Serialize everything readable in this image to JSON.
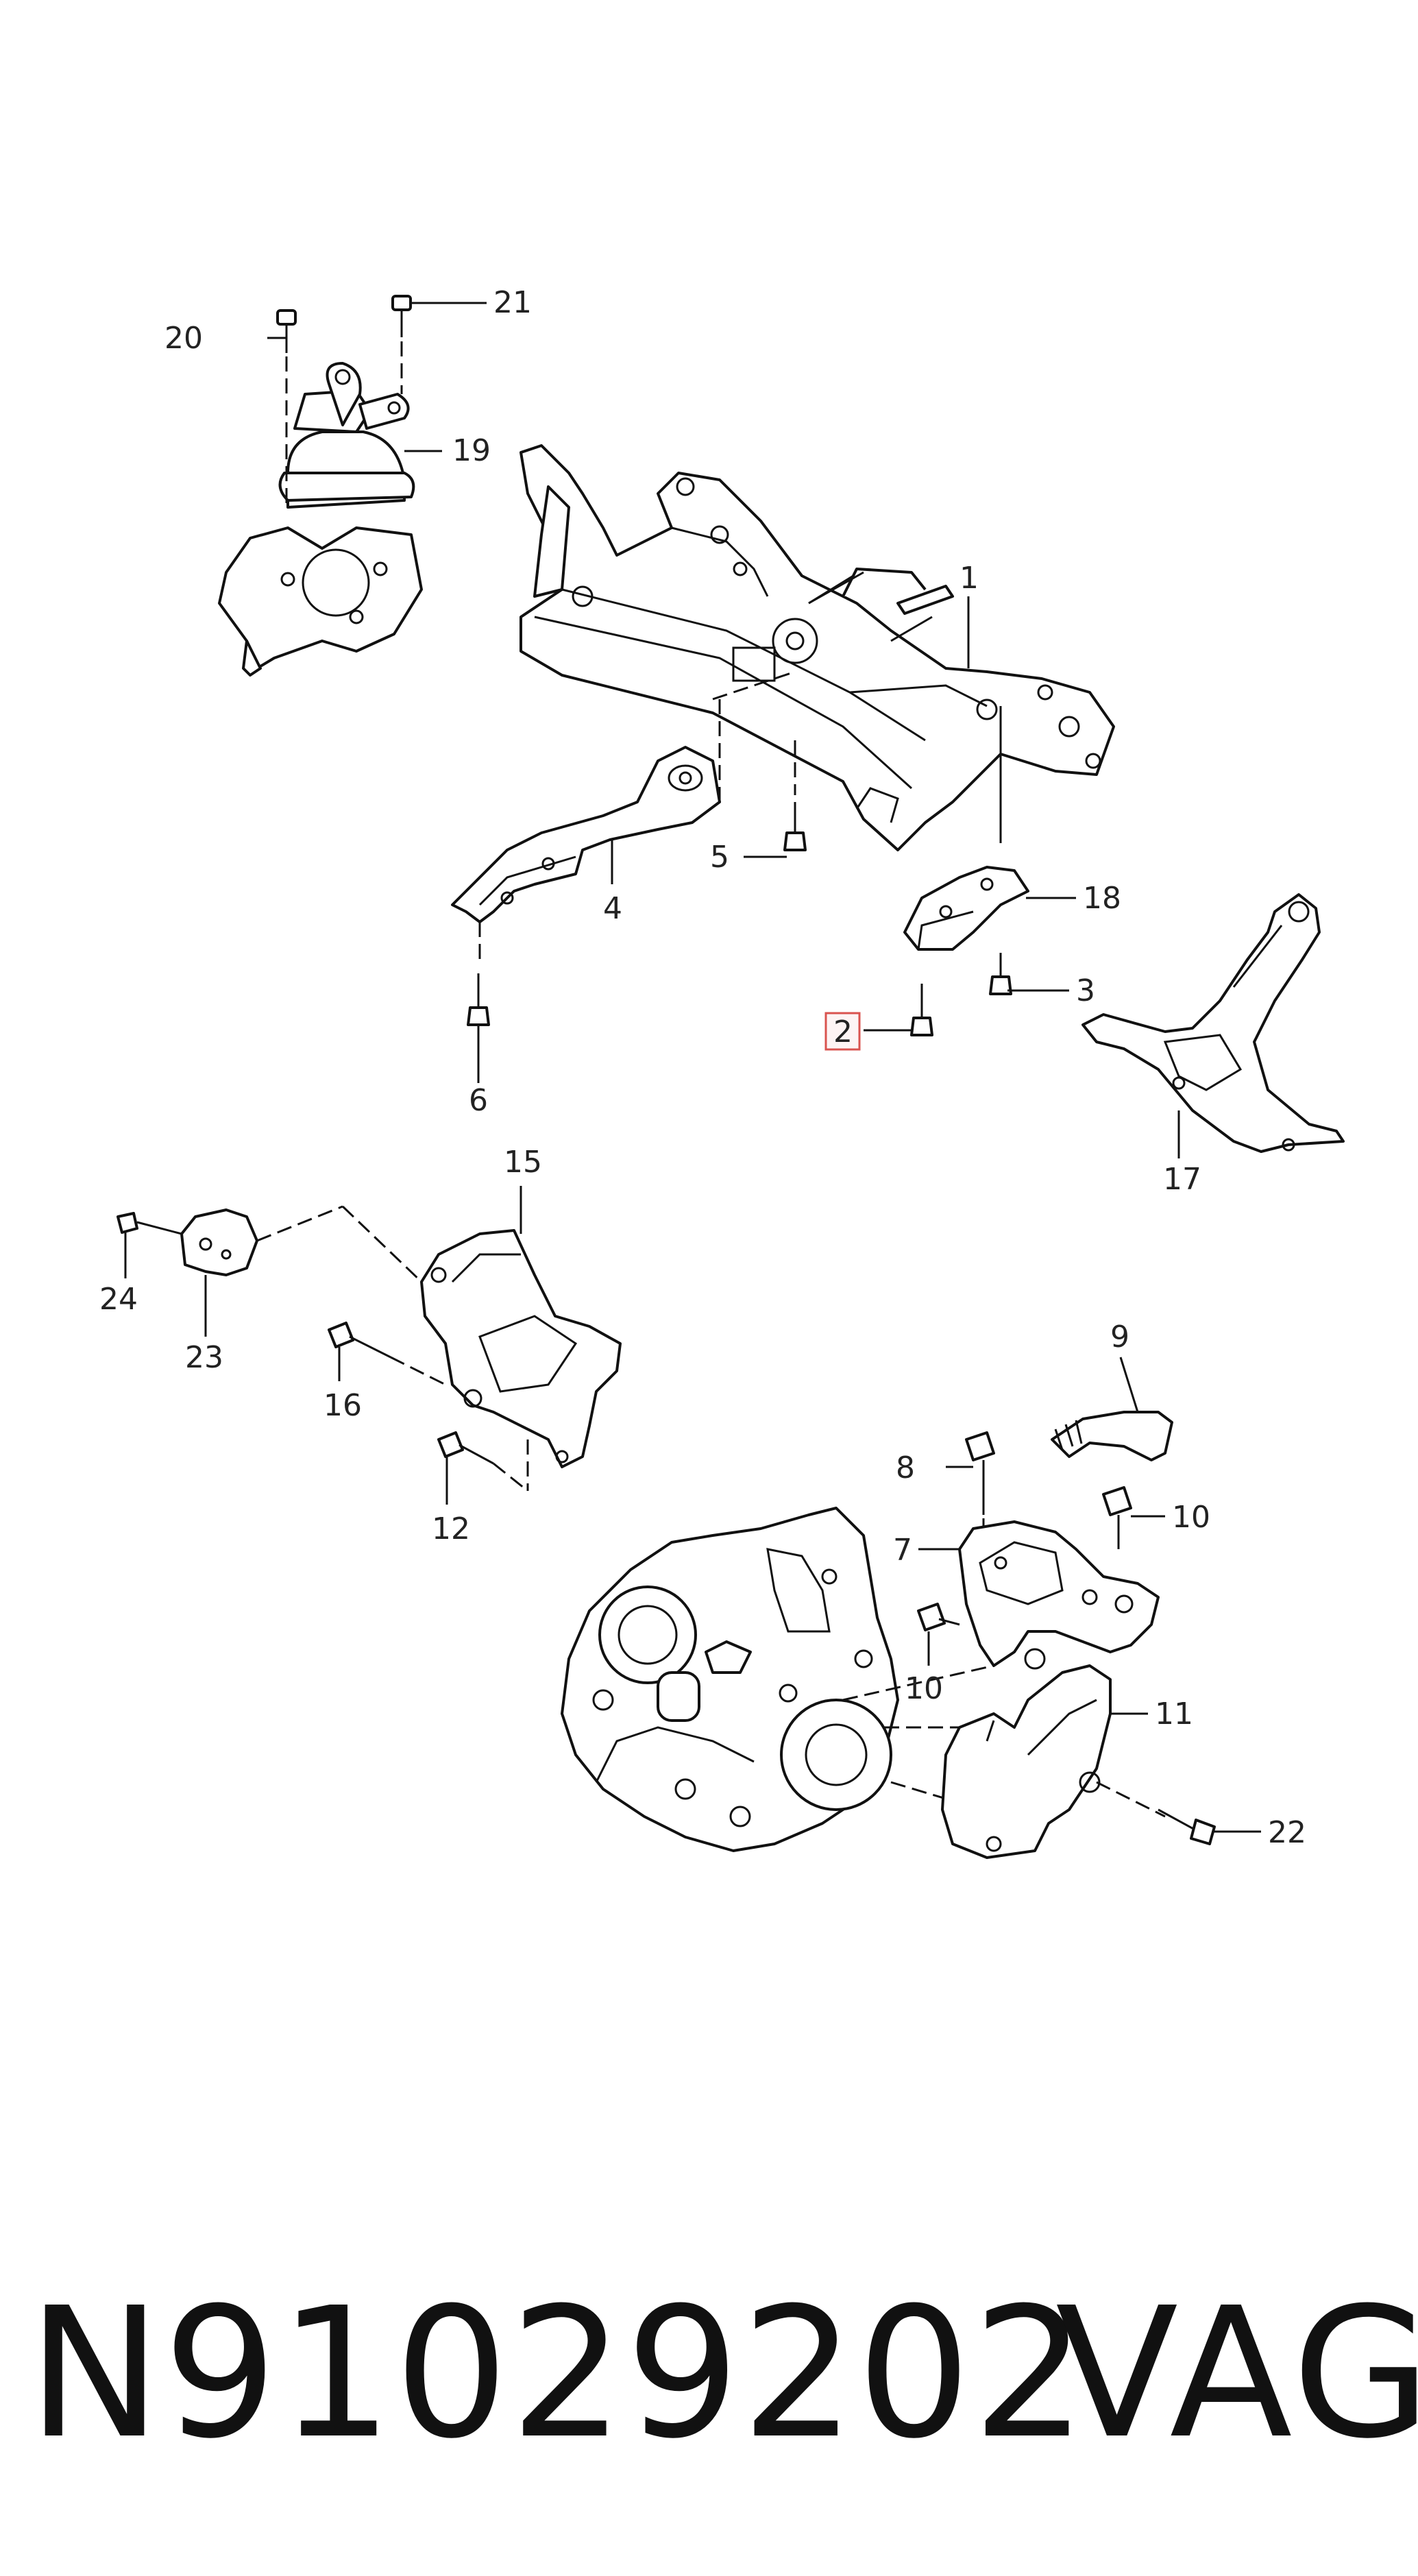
{
  "callouts": {
    "c1": "1",
    "c2": "2",
    "c3": "3",
    "c4": "4",
    "c5": "5",
    "c6": "6",
    "c7": "7",
    "c8": "8",
    "c9": "9",
    "c10a": "10",
    "c10b": "10",
    "c11": "11",
    "c12": "12",
    "c15": "15",
    "c16": "16",
    "c17": "17",
    "c18": "18",
    "c19": "19",
    "c20": "20",
    "c21": "21",
    "c22": "22",
    "c23": "23",
    "c24": "24"
  },
  "highlight": {
    "part": "2",
    "color": "#d9534f"
  },
  "footer": {
    "part_number": "N91029202",
    "brand": "VAG"
  }
}
